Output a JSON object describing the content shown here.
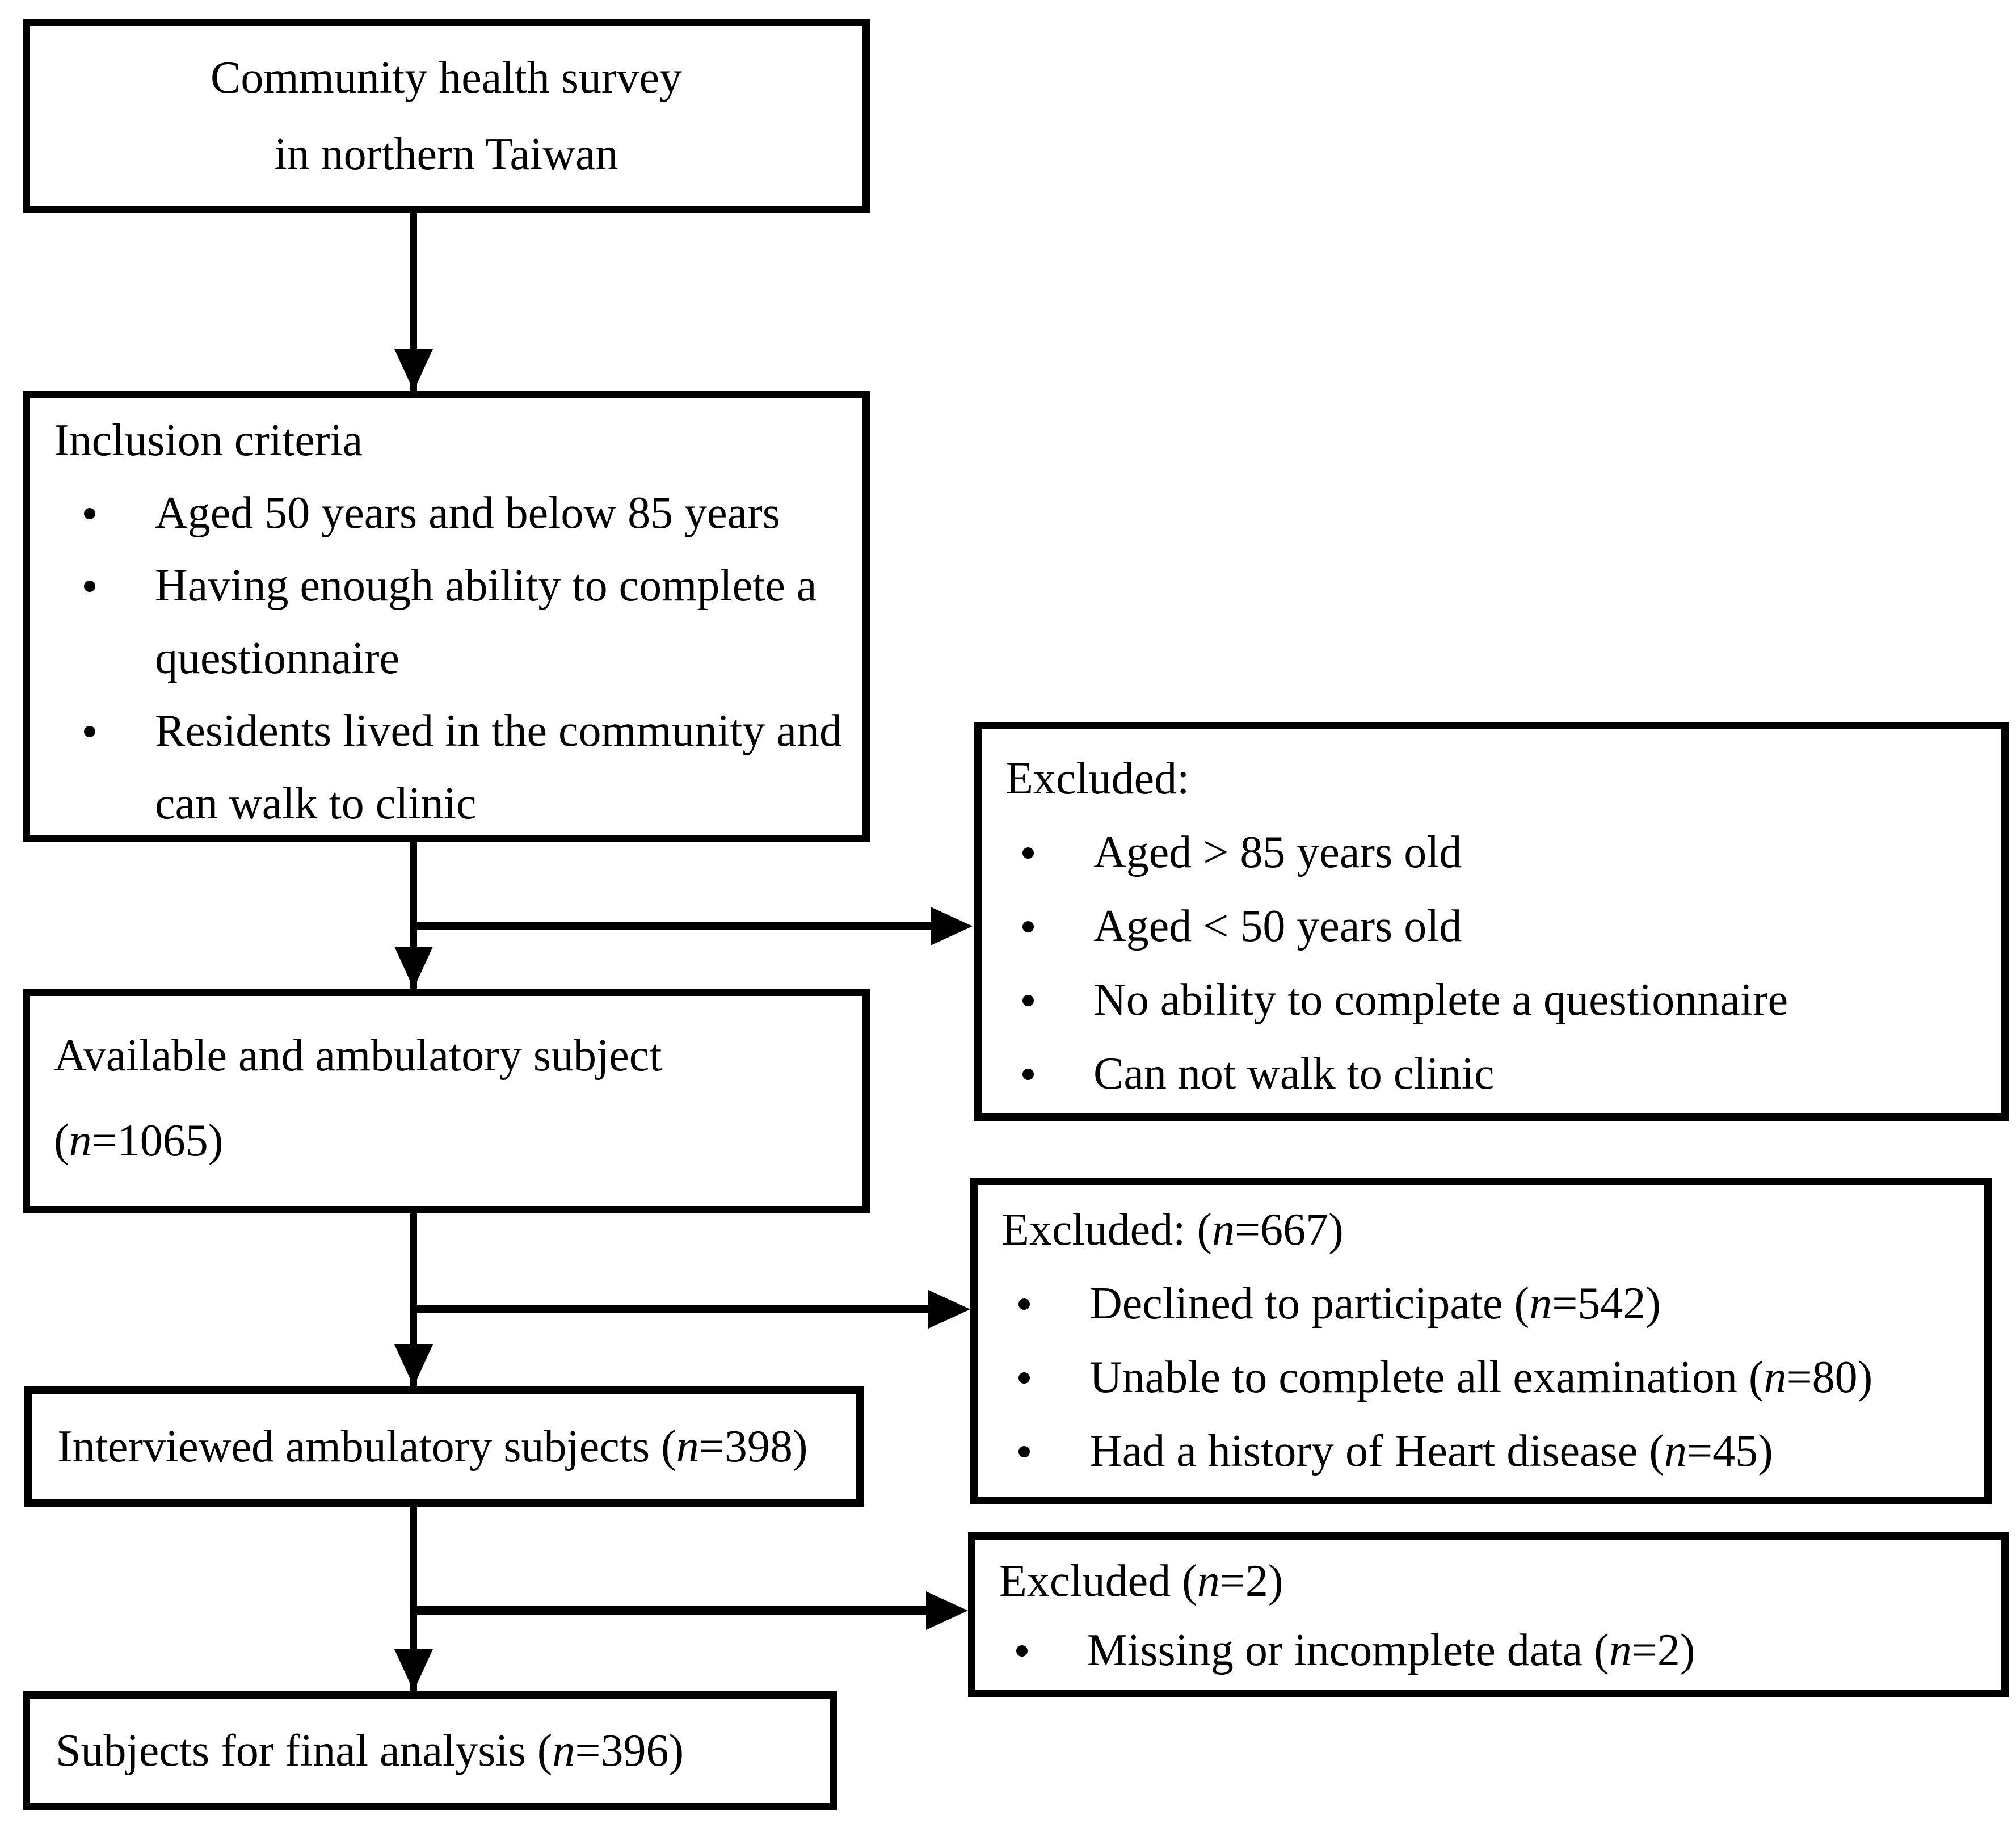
{
  "figure": {
    "background": "#ffffff",
    "line_color": "#000000"
  },
  "boxes": {
    "survey": {
      "line1": "Community health survey",
      "line2": "in northern Taiwan"
    },
    "inclusion": {
      "title": "Inclusion criteria",
      "bullets": [
        "Aged 50 years and below 85 years",
        "Having enough ability to complete a\nquestionnaire",
        "Residents lived in the community and\ncan walk to clinic"
      ]
    },
    "available": {
      "line1": "Available and ambulatory subject",
      "line2": "(n=1065)"
    },
    "interviewed": {
      "line1": "Interviewed ambulatory subjects (n=398)"
    },
    "final": {
      "line1": "Subjects for final analysis (n=396)"
    },
    "excluded1": {
      "title": "Excluded:",
      "bullets": [
        "Aged > 85 years old",
        "Aged < 50 years old",
        "No ability to complete a questionnaire",
        "Can not walk to clinic"
      ]
    },
    "excluded2": {
      "title": "Excluded: (n=667)",
      "bullets": [
        "Declined to participate (n=542)",
        "Unable to complete all examination (n=80)",
        "Had a history of Heart disease (n=45)"
      ]
    },
    "excluded3": {
      "title": "Excluded (n=2)",
      "bullets": [
        "Missing or incomplete data (n=2)"
      ]
    }
  }
}
